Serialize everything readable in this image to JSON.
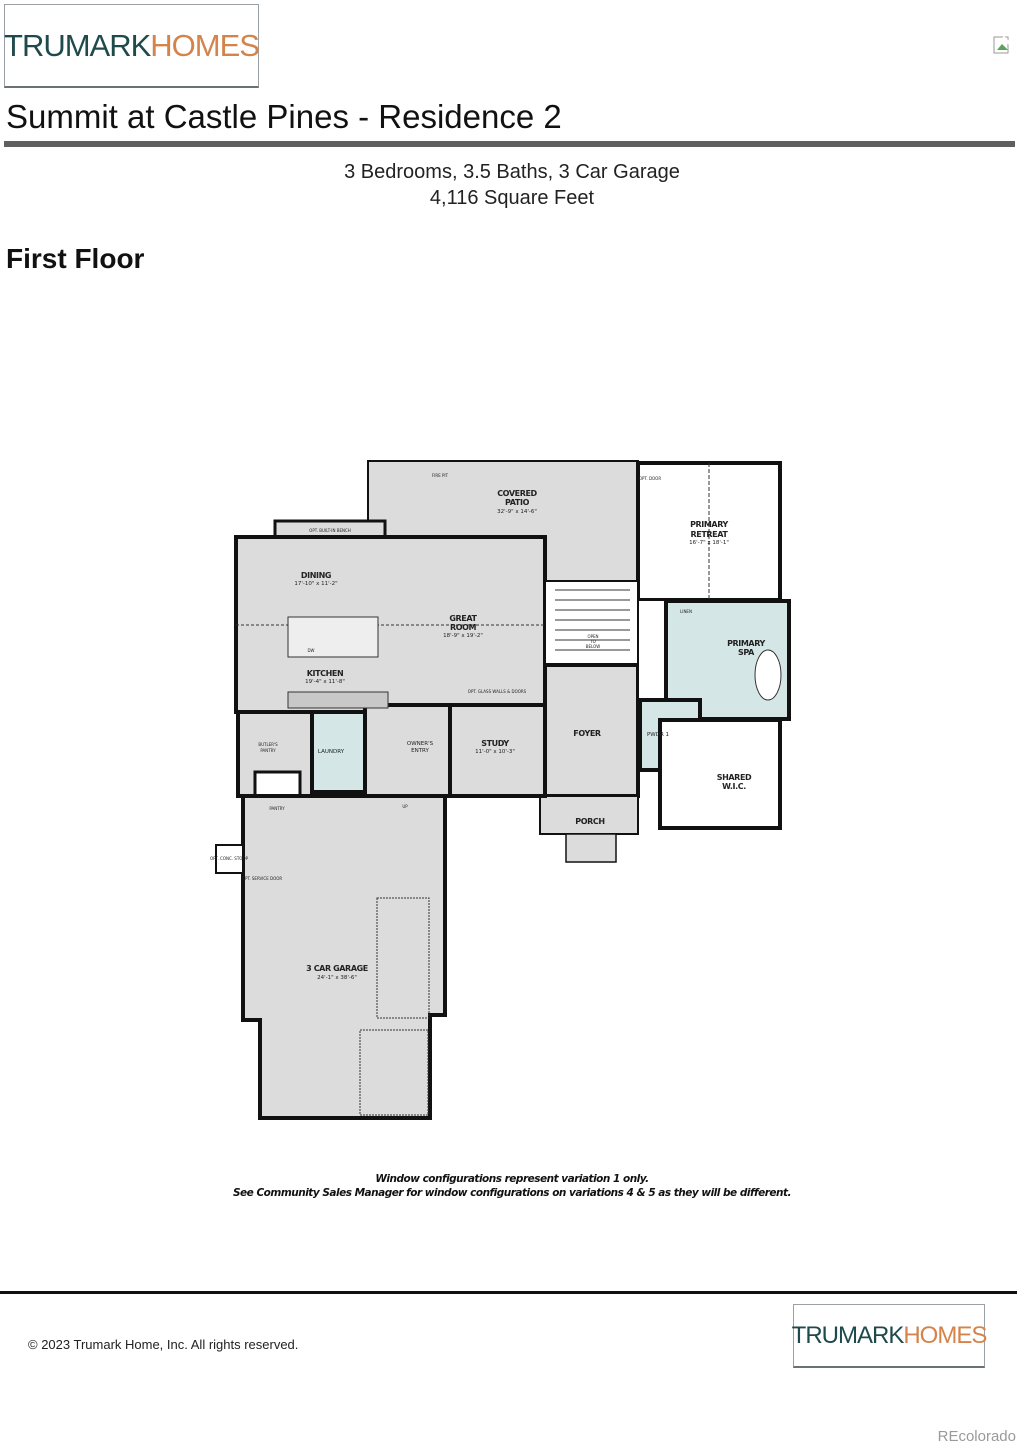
{
  "header": {
    "logo": {
      "part1": "TRUMARK",
      "part2": "HOMES"
    },
    "broken_image_icon": "broken-image-icon",
    "title": "Summit at Castle Pines - Residence 2",
    "specs_line1": "3 Bedrooms, 3.5 Baths, 3 Car Garage",
    "specs_line2": "4,116 Square Feet",
    "floor_heading": "First Floor"
  },
  "plan": {
    "rooms": {
      "covered_patio": {
        "name1": "COVERED",
        "name2": "PATIO",
        "dims": "32'-9\" x 14'-6\""
      },
      "primary_retreat": {
        "name1": "PRIMARY",
        "name2": "RETREAT",
        "dims": "16'-7\" x 18'-1\""
      },
      "dining": {
        "name": "DINING",
        "dims": "17'-10\" x 11'-2\""
      },
      "great_room": {
        "name1": "GREAT",
        "name2": "ROOM",
        "dims": "18'-9\" x 19'-2\""
      },
      "kitchen": {
        "name": "KITCHEN",
        "dims": "19'-4\" x 11'-8\""
      },
      "study": {
        "name": "STUDY",
        "dims": "11'-0\" x 10'-3\""
      },
      "foyer": {
        "name": "FOYER"
      },
      "porch": {
        "name": "PORCH"
      },
      "primary_spa": {
        "name1": "PRIMARY",
        "name2": "SPA"
      },
      "pwdr": {
        "name": "PWDR 1"
      },
      "shared_wic": {
        "name1": "SHARED",
        "name2": "W.I.C."
      },
      "owners_entry": {
        "name1": "OWNER'S",
        "name2": "ENTRY"
      },
      "laundry": {
        "name": "LAUNDRY"
      },
      "butlers_pantry": {
        "name1": "BUTLER'S",
        "name2": "PANTRY"
      },
      "pantry": {
        "name": "PANTRY"
      },
      "garage": {
        "name": "3 CAR GARAGE",
        "dims": "24'-1\" x 38'-6\""
      }
    },
    "annotations": {
      "bench": "OPT. BUILT-IN BENCH",
      "fire_pit": "FIRE PIT",
      "opt_door": "OPT. DOOR",
      "glass_doors": "OPT. GLASS WALLS & DOORS",
      "open_below1": "OPEN",
      "open_below2": "TO",
      "open_below3": "BELOW",
      "linen": "LINEN",
      "service_door": "OPT. SERVICE DOOR",
      "stoop": "OPT. CONC. STOOP",
      "up": "UP",
      "dw": "DW"
    },
    "colors": {
      "room_fill": "#dcdcdc",
      "spa_fill": "#d4e7e6",
      "wall": "#111111"
    }
  },
  "note": {
    "line1": "Window configurations represent variation 1 only.",
    "line2": "See Community Sales Manager for window configurations on variations 4 & 5 as they will be different."
  },
  "footer": {
    "copyright": "© 2023 Trumark Home, Inc. All rights reserved.",
    "logo": {
      "part1": "TRUMARK",
      "part2": "HOMES"
    },
    "watermark": "REcolorado"
  }
}
